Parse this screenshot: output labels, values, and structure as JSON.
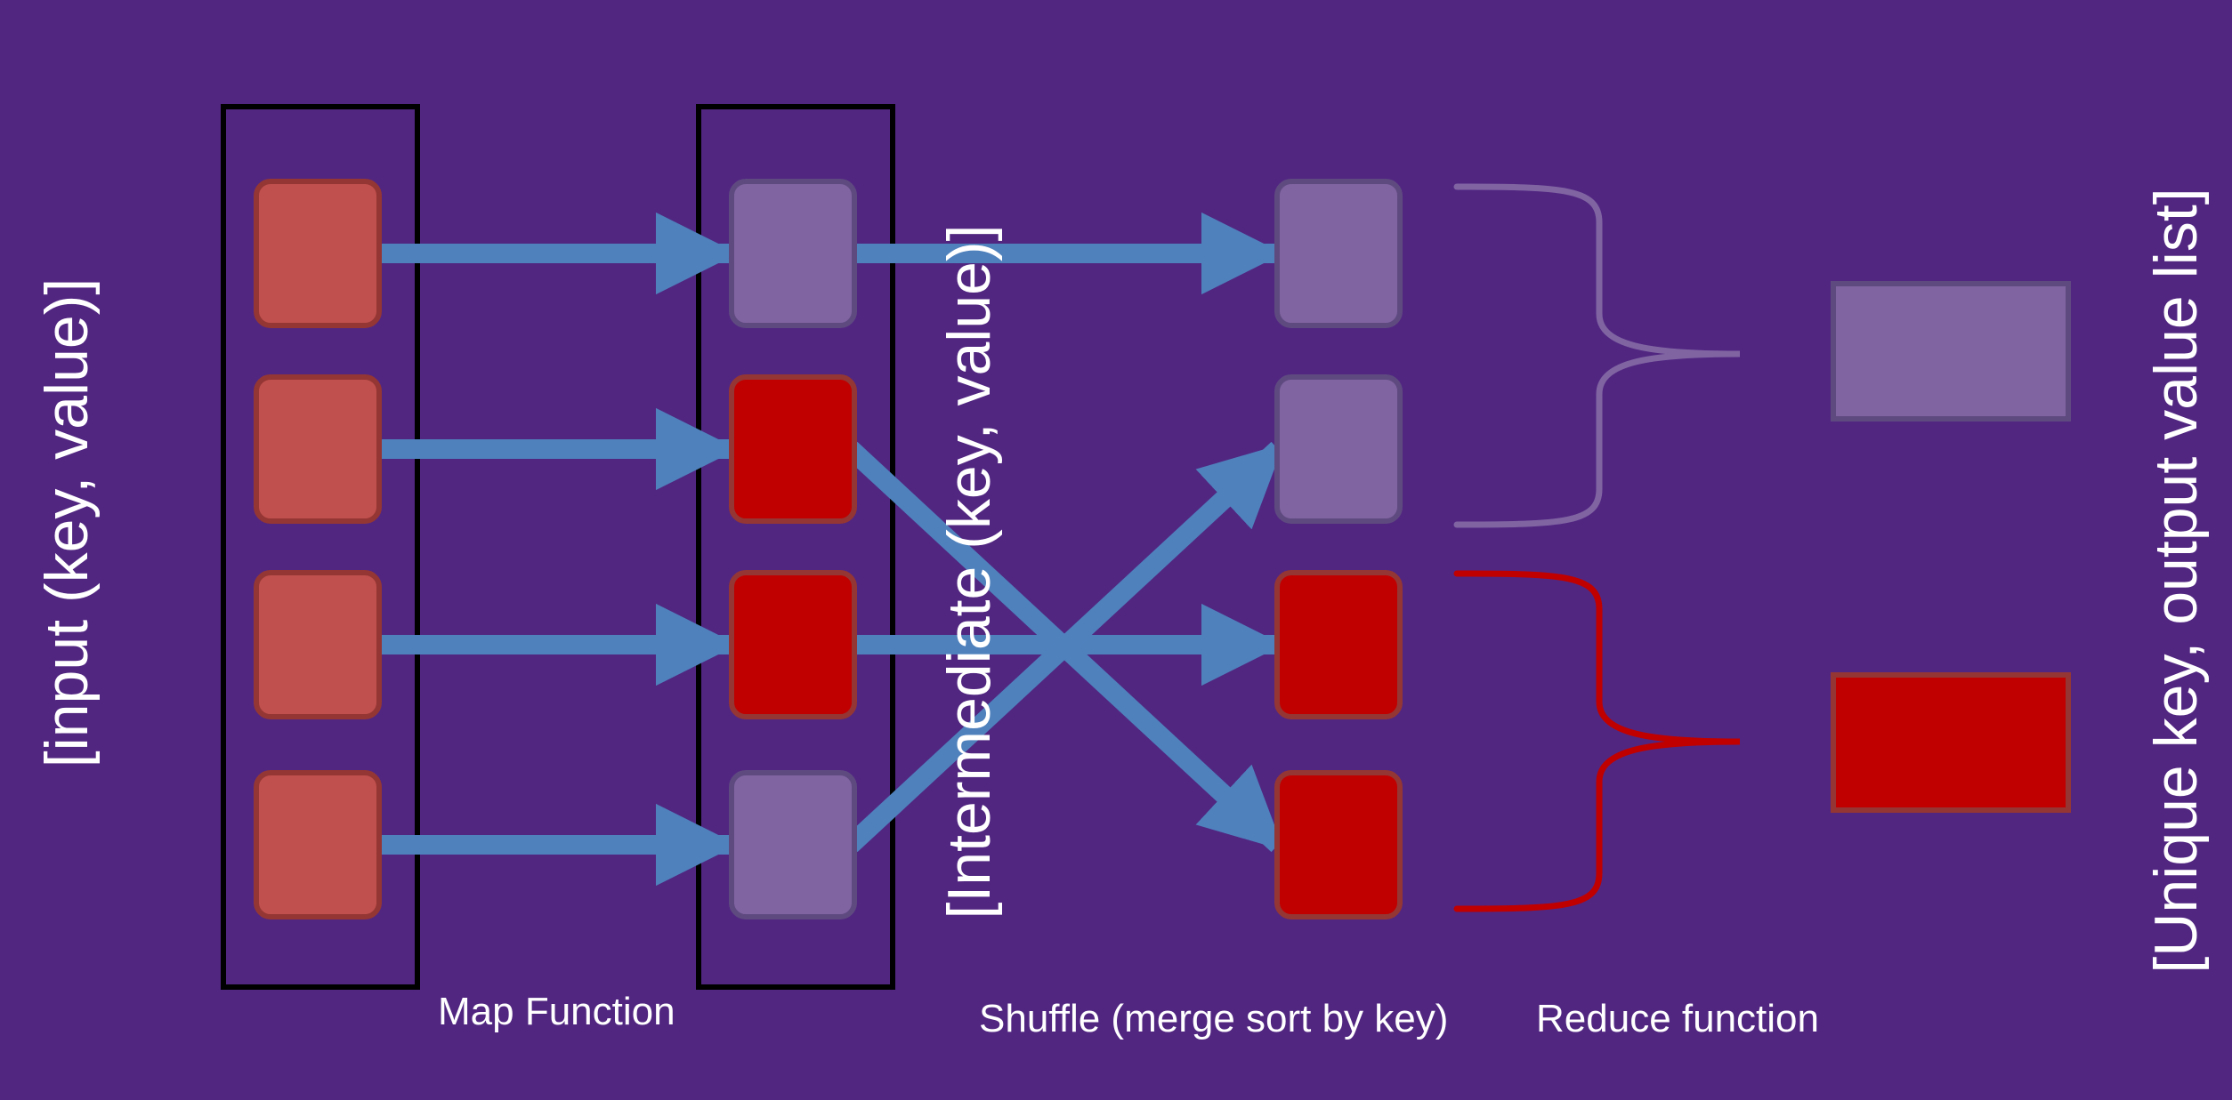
{
  "labels": {
    "input": "[input (key, value)]",
    "intermediate": "[Intermediate (key, value)]",
    "output": "[Unique key, output value list]",
    "map": "Map Function",
    "shuffle": "Shuffle (merge sort by key)",
    "reduce": "Reduce function"
  },
  "colors": {
    "background": "#512681",
    "input_box": "#c0504d",
    "input_box_border": "#943634",
    "purple_key": "#8064a2",
    "purple_key_border": "#5f4a80",
    "red_key": "#c00000",
    "red_key_border": "#943634",
    "arrow": "#4f81bd",
    "frame": "#000000",
    "text": "#ffffff"
  },
  "stages": {
    "input": [
      "input",
      "input",
      "input",
      "input"
    ],
    "intermediate": [
      "purple",
      "red",
      "red",
      "purple"
    ],
    "shuffled": [
      "purple",
      "purple",
      "red",
      "red"
    ],
    "reduced": [
      "purple",
      "red"
    ]
  },
  "mappings": {
    "map": [
      [
        0,
        0
      ],
      [
        1,
        1
      ],
      [
        2,
        2
      ],
      [
        3,
        3
      ]
    ],
    "shuffle": [
      [
        0,
        0
      ],
      [
        1,
        3
      ],
      [
        2,
        2
      ],
      [
        3,
        1
      ]
    ]
  },
  "groups": [
    {
      "key": "purple",
      "from": 0,
      "to": 1
    },
    {
      "key": "red",
      "from": 2,
      "to": 3
    }
  ]
}
